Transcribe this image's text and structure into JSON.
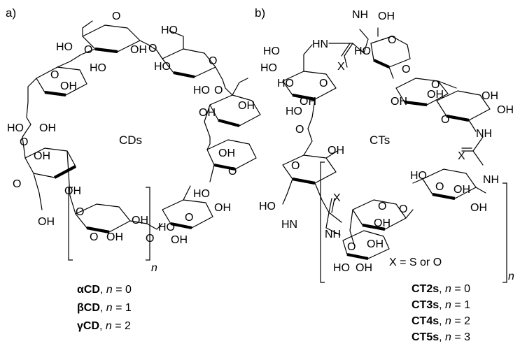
{
  "panel_a": {
    "label": "a)",
    "center_label": "CDs",
    "repeat_n": "n",
    "captions": [
      {
        "name": "αCD",
        "sep": ", ",
        "var": "n",
        "eq": " = 0"
      },
      {
        "name": "βCD",
        "sep": ", ",
        "var": "n",
        "eq": " = 1"
      },
      {
        "name": "γCD",
        "sep": ",  ",
        "var": "n",
        "eq": " = 2"
      }
    ]
  },
  "panel_b": {
    "label": "b)",
    "center_label": "CTs",
    "repeat_n": "n",
    "x_definition": "X = S or O",
    "captions": [
      {
        "name": "CT2s",
        "sep": ", ",
        "var": "n",
        "eq": " = 0"
      },
      {
        "name": "CT3s",
        "sep": ", ",
        "var": "n",
        "eq": " = 1"
      },
      {
        "name": "CT4s",
        "sep": ", ",
        "var": "n",
        "eq": " = 2"
      },
      {
        "name": "CT5s",
        "sep": ", ",
        "var": "n",
        "eq": " = 3"
      }
    ]
  },
  "atoms": {
    "oh": "OH",
    "ho": "HO",
    "o": "O",
    "nh": "NH",
    "hn": "HN",
    "x": "X"
  }
}
